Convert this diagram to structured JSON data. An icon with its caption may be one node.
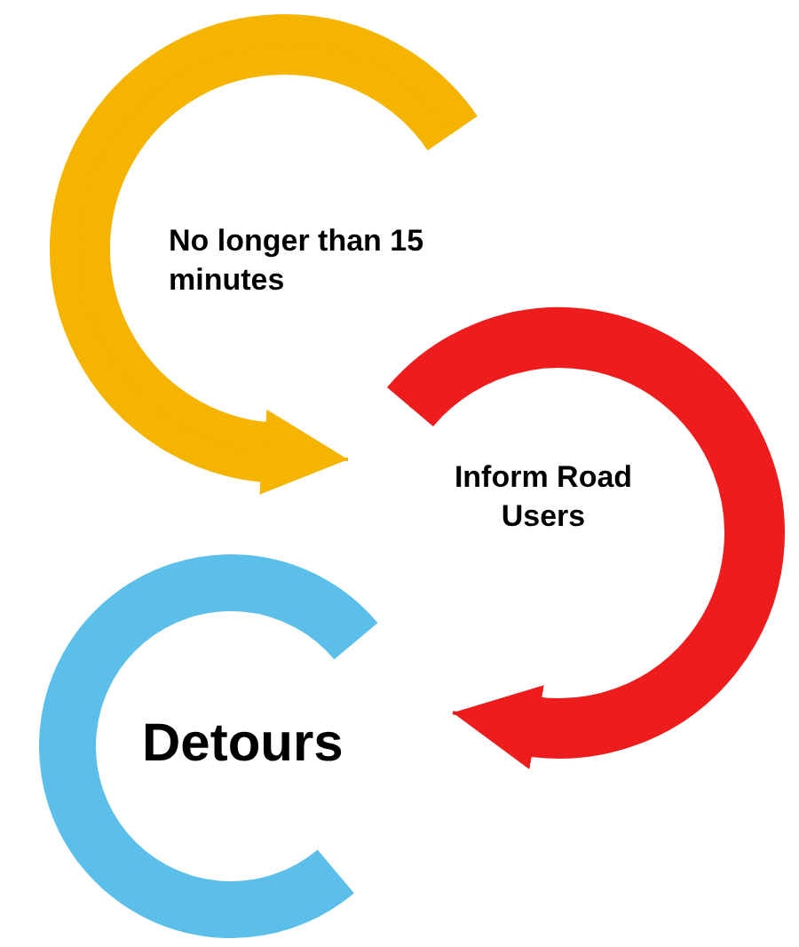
{
  "diagram": {
    "nodes": [
      {
        "text": [
          "No longer than 15 minutes"
        ]
      },
      {
        "text": [
          "Inform Road Users"
        ]
      },
      {
        "text": [
          "Detours"
        ]
      }
    ],
    "edges": [
      {
        "from": 0,
        "to": 1,
        "arrow": "to",
        "color": "#f5b400"
      },
      {
        "from": 1,
        "to": 2,
        "arrow": "to",
        "color": "#ee1c1c"
      }
    ]
  }
}
